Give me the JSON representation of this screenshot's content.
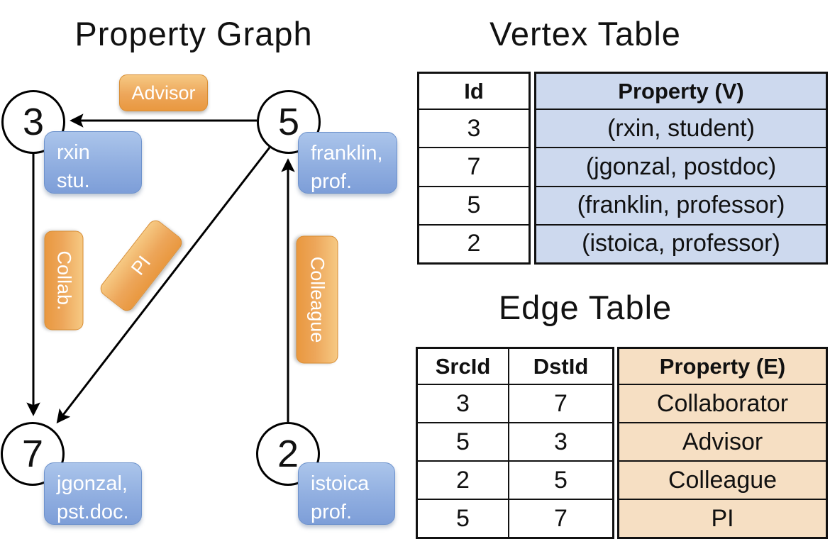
{
  "graph": {
    "title": "Property Graph",
    "nodes": [
      {
        "id": "3",
        "property_line1": "rxin",
        "property_line2": "stu."
      },
      {
        "id": "5",
        "property_line1": "franklin,",
        "property_line2": "prof."
      },
      {
        "id": "7",
        "property_line1": "jgonzal,",
        "property_line2": "pst.doc."
      },
      {
        "id": "2",
        "property_line1": "istoica",
        "property_line2": "prof."
      }
    ],
    "edges": [
      {
        "label": "Advisor",
        "from": "5",
        "to": "3"
      },
      {
        "label": "Collab.",
        "from": "3",
        "to": "7"
      },
      {
        "label": "PI",
        "from": "5",
        "to": "7"
      },
      {
        "label": "Colleague",
        "from": "2",
        "to": "5"
      }
    ]
  },
  "vertex_table": {
    "title": "Vertex Table",
    "columns": {
      "id": "Id",
      "property": "Property (V)"
    },
    "rows": [
      {
        "id": "3",
        "property": "(rxin, student)"
      },
      {
        "id": "7",
        "property": "(jgonzal, postdoc)"
      },
      {
        "id": "5",
        "property": "(franklin, professor)"
      },
      {
        "id": "2",
        "property": "(istoica, professor)"
      }
    ]
  },
  "edge_table": {
    "title": "Edge Table",
    "columns": {
      "src": "SrcId",
      "dst": "DstId",
      "property": "Property (E)"
    },
    "rows": [
      {
        "src": "3",
        "dst": "7",
        "property": "Collaborator"
      },
      {
        "src": "5",
        "dst": "3",
        "property": "Advisor"
      },
      {
        "src": "2",
        "dst": "5",
        "property": "Colleague"
      },
      {
        "src": "5",
        "dst": "7",
        "property": "PI"
      }
    ]
  },
  "colors": {
    "edge_label_orange": "#eda65a",
    "vertex_box_blue": "#8fade0",
    "vertex_table_fill": "#cdd9ee",
    "edge_table_fill": "#f6dfc3",
    "line_black": "#000000"
  }
}
